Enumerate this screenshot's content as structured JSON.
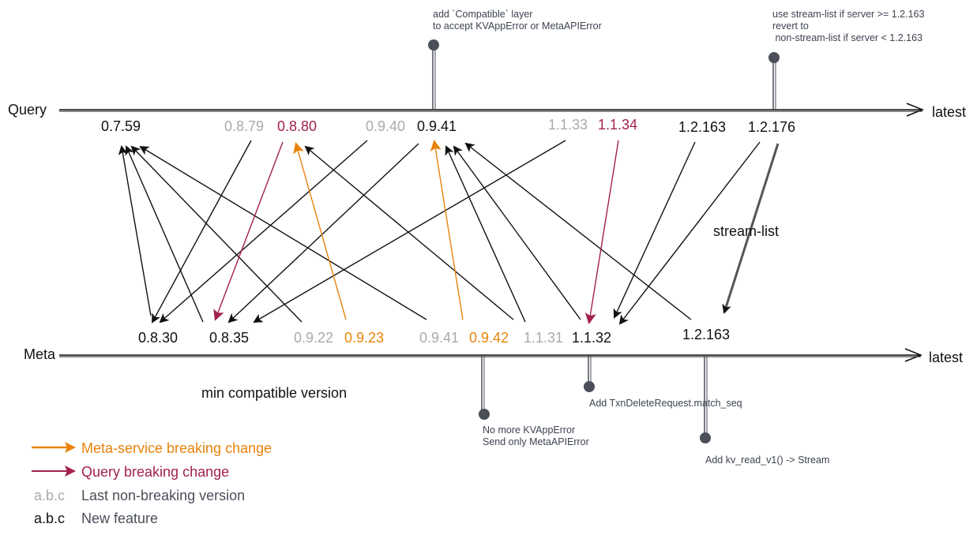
{
  "axes": {
    "query": {
      "label": "Query",
      "end_label": "latest"
    },
    "meta": {
      "label": "Meta",
      "end_label": "latest"
    }
  },
  "query_versions": [
    {
      "id": "q0759",
      "text": "0.7.59",
      "kind": "new"
    },
    {
      "id": "q0879",
      "text": "0.8.79",
      "kind": "nonbreak"
    },
    {
      "id": "q0880",
      "text": "0.8.80",
      "kind": "query"
    },
    {
      "id": "q0940",
      "text": "0.9.40",
      "kind": "nonbreak"
    },
    {
      "id": "q0941",
      "text": "0.9.41",
      "kind": "new"
    },
    {
      "id": "q1133",
      "text": "1.1.33",
      "kind": "nonbreak"
    },
    {
      "id": "q1134",
      "text": "1.1.34",
      "kind": "query"
    },
    {
      "id": "q12163",
      "text": "1.2.163",
      "kind": "new"
    },
    {
      "id": "q12176",
      "text": "1.2.176",
      "kind": "new"
    }
  ],
  "meta_versions": [
    {
      "id": "m0830",
      "text": "0.8.30",
      "kind": "new"
    },
    {
      "id": "m0835",
      "text": "0.8.35",
      "kind": "new"
    },
    {
      "id": "m0922",
      "text": "0.9.22",
      "kind": "nonbreak"
    },
    {
      "id": "m0923",
      "text": "0.9.23",
      "kind": "meta"
    },
    {
      "id": "m0941",
      "text": "0.9.41",
      "kind": "nonbreak"
    },
    {
      "id": "m0942",
      "text": "0.9.42",
      "kind": "meta"
    },
    {
      "id": "m1131",
      "text": "1.1.31",
      "kind": "nonbreak"
    },
    {
      "id": "m1132",
      "text": "1.1.32",
      "kind": "new"
    },
    {
      "id": "m12163",
      "text": "1.2.163",
      "kind": "new"
    }
  ],
  "labels": {
    "stream_list": "stream-list",
    "min_compatible": "min compatible version"
  },
  "notes": {
    "compatible_layer": [
      "add `Compatible` layer",
      "to accept KVAppError or MetaAPIError"
    ],
    "stream_list_server": [
      "use stream-list if server >= 1.2.163",
      "revert to",
      " non-stream-list if server < 1.2.163"
    ],
    "no_more_kvapperror": [
      "No more KVAppError",
      "Send only MetaAPIError"
    ],
    "txn_delete": [
      "Add TxnDeleteRequest.match_seq"
    ],
    "kv_read": [
      "Add kv_read_v1() -> Stream"
    ]
  },
  "legend": {
    "meta_breaking": "Meta-service breaking change",
    "query_breaking": "Query breaking change",
    "last_nonbreaking_sample": "a.b.c",
    "last_nonbreaking": "Last non-breaking version",
    "new_feature_sample": "a.b.c",
    "new_feature": "New feature"
  },
  "colors": {
    "black": "#111111",
    "orange": "#e8830c",
    "crimson": "#a3204f",
    "gray": "#aaaaaa",
    "note": "#3d4350",
    "pin": "#4a4f59"
  }
}
